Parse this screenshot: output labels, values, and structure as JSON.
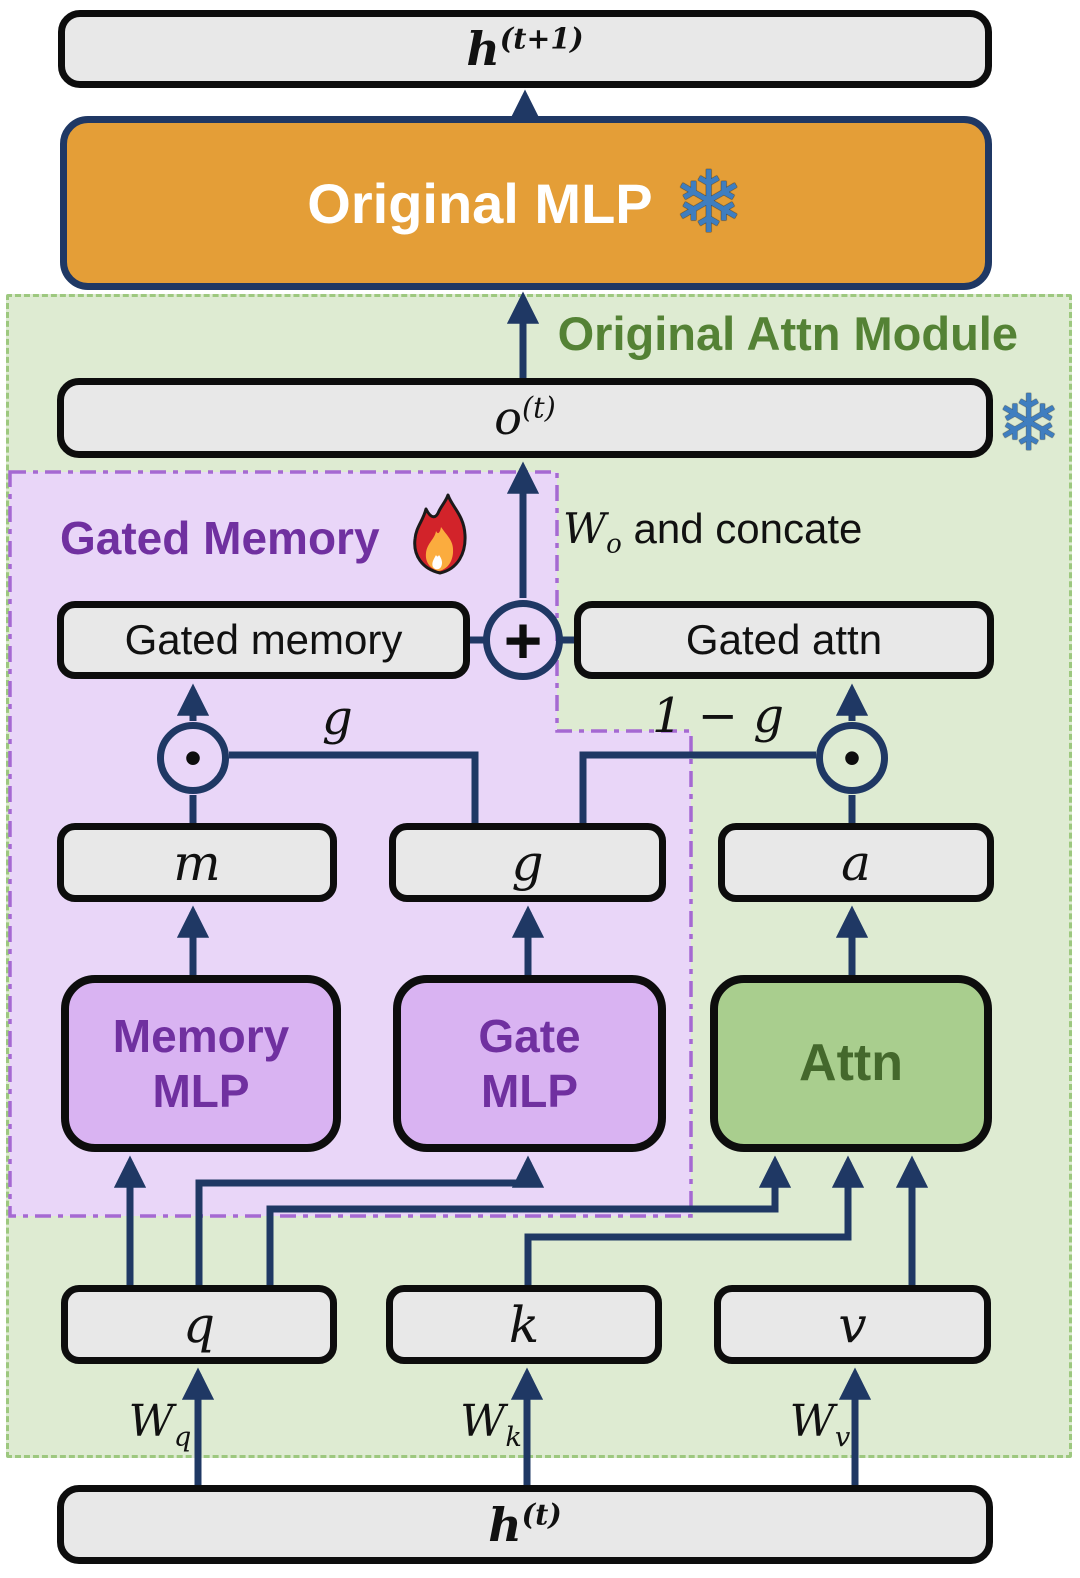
{
  "regions": {
    "attn_module": {
      "title": "Original Attn Module",
      "title_color": "#548235",
      "bg": "#DEEBD2",
      "border_color": "#9DC87F"
    },
    "gated_memory": {
      "title": "Gated Memory",
      "title_color": "#7030A0",
      "bg": "#E9D6F8",
      "border_color": "#A569D2"
    }
  },
  "icons": {
    "frozen_snowflake": "❄",
    "flame": "trainable-flame"
  },
  "operators": {
    "sum": "+",
    "product_dot": "•"
  },
  "nodes": {
    "h_out": {
      "base": "h",
      "sup": "(t+1)"
    },
    "original_mlp": {
      "label": "Original MLP"
    },
    "o_state": {
      "base": "o",
      "sup": "(t)"
    },
    "gated_memory": {
      "label": "Gated memory"
    },
    "gated_attn": {
      "label": "Gated attn"
    },
    "m": {
      "label": "m"
    },
    "g": {
      "label": "g"
    },
    "a": {
      "label": "a"
    },
    "memory_mlp": {
      "line1": "Memory",
      "line2": "MLP"
    },
    "gate_mlp": {
      "line1": "Gate",
      "line2": "MLP"
    },
    "attn": {
      "label": "Attn"
    },
    "q": {
      "label": "q"
    },
    "k": {
      "label": "k"
    },
    "v": {
      "label": "v"
    },
    "h_in": {
      "base": "h",
      "sup": "(t)"
    }
  },
  "edge_labels": {
    "gate": "g",
    "one_minus_gate": "1 − g",
    "wo_note": {
      "base": "W",
      "sub": "o",
      "rest": " and concate"
    },
    "wq": {
      "base": "W",
      "sub": "q"
    },
    "wk": {
      "base": "W",
      "sub": "k"
    },
    "wv": {
      "base": "W",
      "sub": "v"
    }
  },
  "colors": {
    "arrow_navy": "#1F3864",
    "gray_box_fill": "#E8E8E8",
    "box_border_black": "#0d0d0d",
    "mlp_orange_fill": "#E49E37",
    "mlp_purple_fill": "#D9B3F2",
    "attn_green_fill": "#A9CE8E",
    "snowflake_blue": "#3F7EC0"
  }
}
